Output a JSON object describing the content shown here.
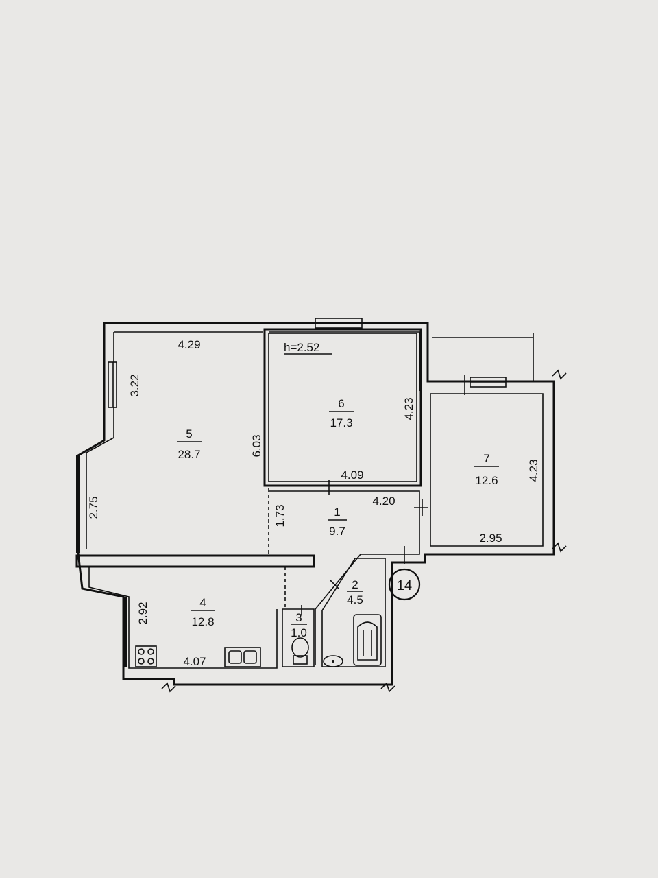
{
  "plan": {
    "ceiling_height": "h=2.52",
    "apartment_number": "14",
    "rooms": [
      {
        "id": "room-1",
        "number": "1",
        "area": "9.7"
      },
      {
        "id": "room-2",
        "number": "2",
        "area": "4.5"
      },
      {
        "id": "room-3",
        "number": "3",
        "area": "1.0"
      },
      {
        "id": "room-4",
        "number": "4",
        "area": "12.8"
      },
      {
        "id": "room-5",
        "number": "5",
        "area": "28.7"
      },
      {
        "id": "room-6",
        "number": "6",
        "area": "17.3"
      },
      {
        "id": "room-7",
        "number": "7",
        "area": "12.6"
      }
    ],
    "dimensions": {
      "room5_top": "4.29",
      "room5_left_upper": "3.22",
      "room5_right": "6.03",
      "bay_window": "2.75",
      "hall_height": "1.73",
      "room6_right": "4.23",
      "room6_bottom": "4.09",
      "hall_top": "4.20",
      "room7_right": "4.23",
      "room7_bottom": "2.95",
      "kitchen_left": "2.92",
      "kitchen_bottom": "4.07"
    }
  }
}
